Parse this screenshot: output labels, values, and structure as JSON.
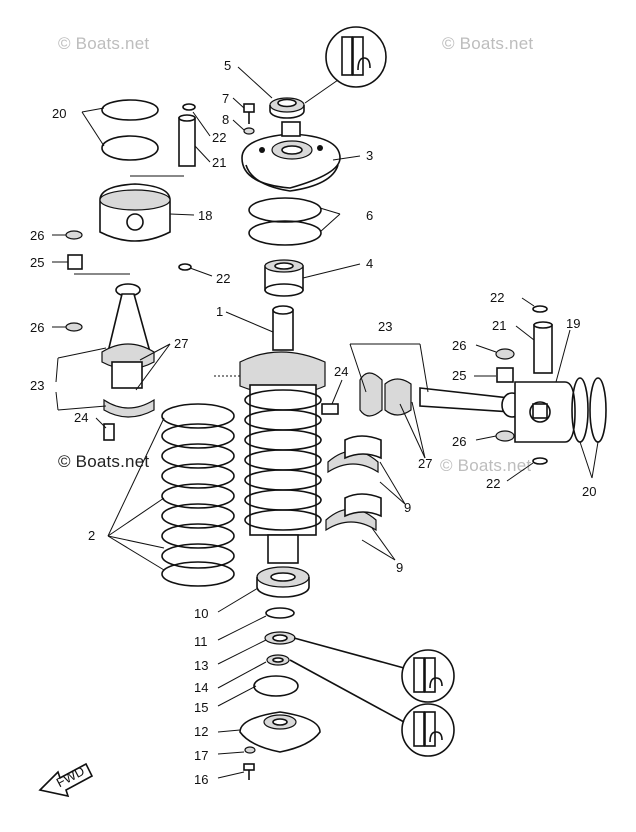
{
  "watermarks": {
    "top_left": "© Boats.net",
    "top_right": "© Boats.net",
    "mid_left": "© Boats.net",
    "mid_right": "© Boats.net"
  },
  "fwd_label": "FWD",
  "callouts": {
    "c1": "1",
    "c2": "2",
    "c3": "3",
    "c4": "4",
    "c5": "5",
    "c6": "6",
    "c7": "7",
    "c8": "8",
    "c9a": "9",
    "c9b": "9",
    "c10": "10",
    "c11": "11",
    "c12": "12",
    "c13": "13",
    "c14": "14",
    "c15": "15",
    "c16": "16",
    "c17": "17",
    "c18": "18",
    "c19": "19",
    "c20a": "20",
    "c20b": "20",
    "c21a": "21",
    "c21b": "21",
    "c22a": "22",
    "c22b": "22",
    "c22c": "22",
    "c22d": "22",
    "c23a": "23",
    "c23b": "23",
    "c24a": "24",
    "c24b": "24",
    "c25a": "25",
    "c25b": "25",
    "c26a": "26",
    "c26b": "26",
    "c26c": "26",
    "c26d": "26",
    "c27a": "27",
    "c27b": "27"
  }
}
